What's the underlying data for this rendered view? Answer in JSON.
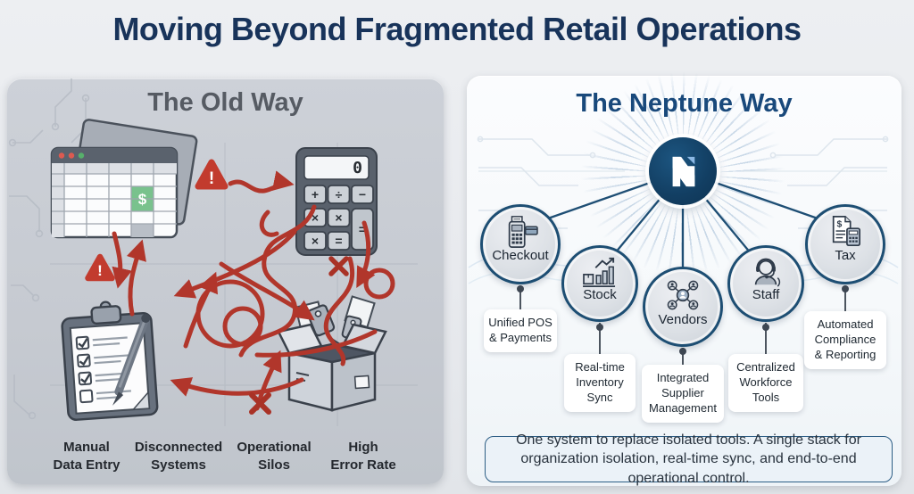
{
  "title": "Moving Beyond Fragmented Retail Operations",
  "colors": {
    "brand_navy": "#123e62",
    "heading_navy": "#19497b",
    "alert_red": "#b1362b",
    "spreadsheet_green": "#79c28d",
    "panel_old_bg": "#c6cad1",
    "panel_new_bg": "#f7fafc"
  },
  "old_way": {
    "heading": "The Old Way",
    "spreadsheet_cell_value": "$",
    "warning_mark": "!",
    "calculator": {
      "display": "0",
      "buttons": [
        "+",
        "÷",
        "−",
        "×",
        "×",
        "×",
        "="
      ],
      "tall_button": "="
    },
    "problems": [
      "Manual\nData Entry",
      "Disconnected\nSystems",
      "Operational\nSilos",
      "High\nError Rate"
    ]
  },
  "neptune_way": {
    "heading": "The Neptune Way",
    "hub_logo": "N",
    "nodes": [
      {
        "label": "Checkout",
        "icon": "pos-terminal-icon",
        "card": "Unified POS\n& Payments"
      },
      {
        "label": "Stock",
        "icon": "inventory-chart-icon",
        "card": "Real-time\nInventory\nSync"
      },
      {
        "label": "Vendors",
        "icon": "supplier-network-icon",
        "card": "Integrated\nSupplier\nManagement"
      },
      {
        "label": "Staff",
        "icon": "headset-agent-icon",
        "card": "Centralized\nWorkforce\nTools"
      },
      {
        "label": "Tax",
        "icon": "tax-document-icon",
        "card": "Automated\nCompliance\n& Reporting"
      }
    ],
    "summary": "One system to replace isolated tools. A single stack for organization isolation, real-time sync, and end-to-end operational control."
  }
}
